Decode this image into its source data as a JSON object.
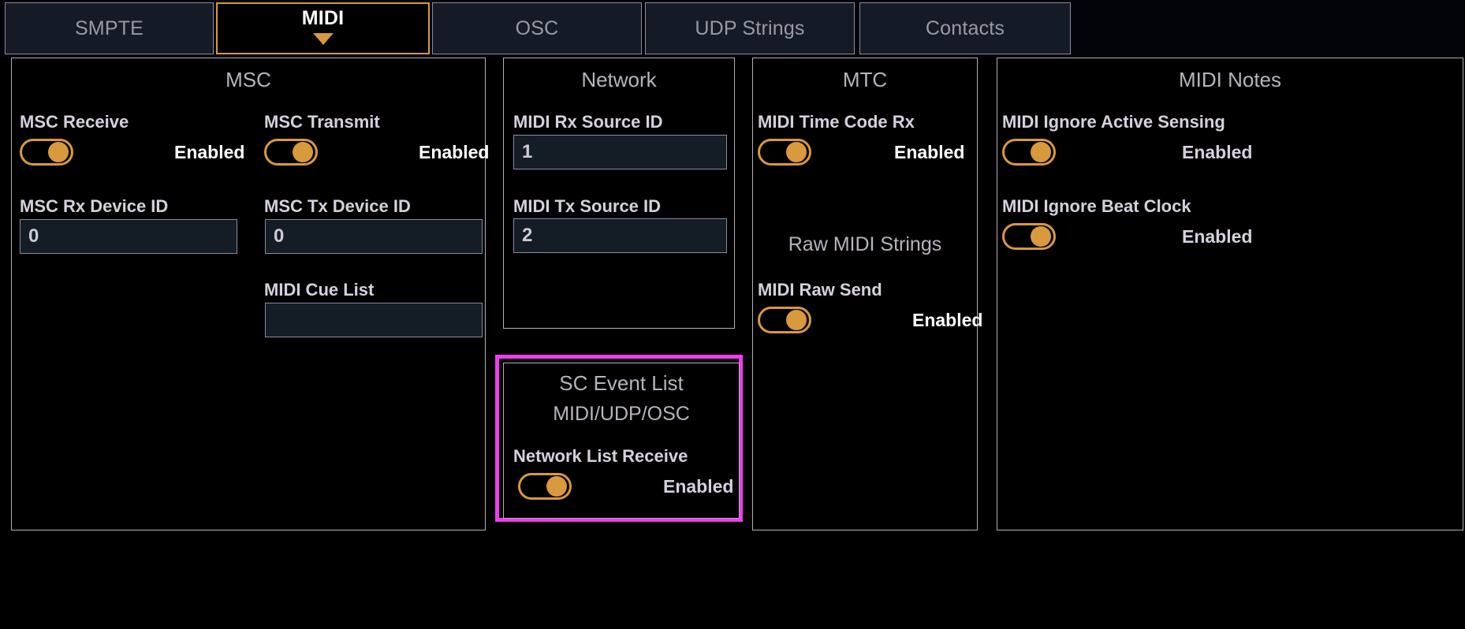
{
  "tabs": [
    {
      "label": "SMPTE",
      "active": false
    },
    {
      "label": "MIDI",
      "active": true
    },
    {
      "label": "OSC",
      "active": false
    },
    {
      "label": "UDP Strings",
      "active": false
    },
    {
      "label": "Contacts",
      "active": false
    }
  ],
  "colors": {
    "accent_orange": "#d9993d",
    "highlight_magenta": "#ef3cf0",
    "panel_border": "#b5aeba",
    "field_bg": "#141c26",
    "background": "#000000",
    "tab_inactive_bg": "#141b26",
    "label_text": "#d6d0de"
  },
  "panels": {
    "msc": {
      "title": "MSC",
      "msc_receive_label": "MSC Receive",
      "msc_receive_state": "Enabled",
      "msc_transmit_label": "MSC Transmit",
      "msc_transmit_state": "Enabled",
      "msc_rx_device_id_label": "MSC Rx Device ID",
      "msc_rx_device_id_value": "0",
      "msc_tx_device_id_label": "MSC Tx Device ID",
      "msc_tx_device_id_value": "0",
      "midi_cue_list_label": "MIDI Cue List",
      "midi_cue_list_value": ""
    },
    "network": {
      "title": "Network",
      "midi_rx_source_id_label": "MIDI Rx Source ID",
      "midi_rx_source_id_value": "1",
      "midi_tx_source_id_label": "MIDI Tx Source ID",
      "midi_tx_source_id_value": "2"
    },
    "sc_event_list": {
      "title": "SC Event List",
      "subtitle": "MIDI/UDP/OSC",
      "network_list_receive_label": "Network List Receive",
      "network_list_receive_state": "Enabled"
    },
    "mtc": {
      "title": "MTC",
      "midi_time_code_rx_label": "MIDI Time Code Rx",
      "midi_time_code_rx_state": "Enabled",
      "raw_midi_strings_title": "Raw MIDI Strings",
      "midi_raw_send_label": "MIDI Raw Send",
      "midi_raw_send_state": "Enabled"
    },
    "midi_notes": {
      "title": "MIDI Notes",
      "ignore_active_sensing_label": "MIDI Ignore Active Sensing",
      "ignore_active_sensing_state": "Enabled",
      "ignore_beat_clock_label": "MIDI Ignore Beat Clock",
      "ignore_beat_clock_state": "Enabled"
    }
  }
}
